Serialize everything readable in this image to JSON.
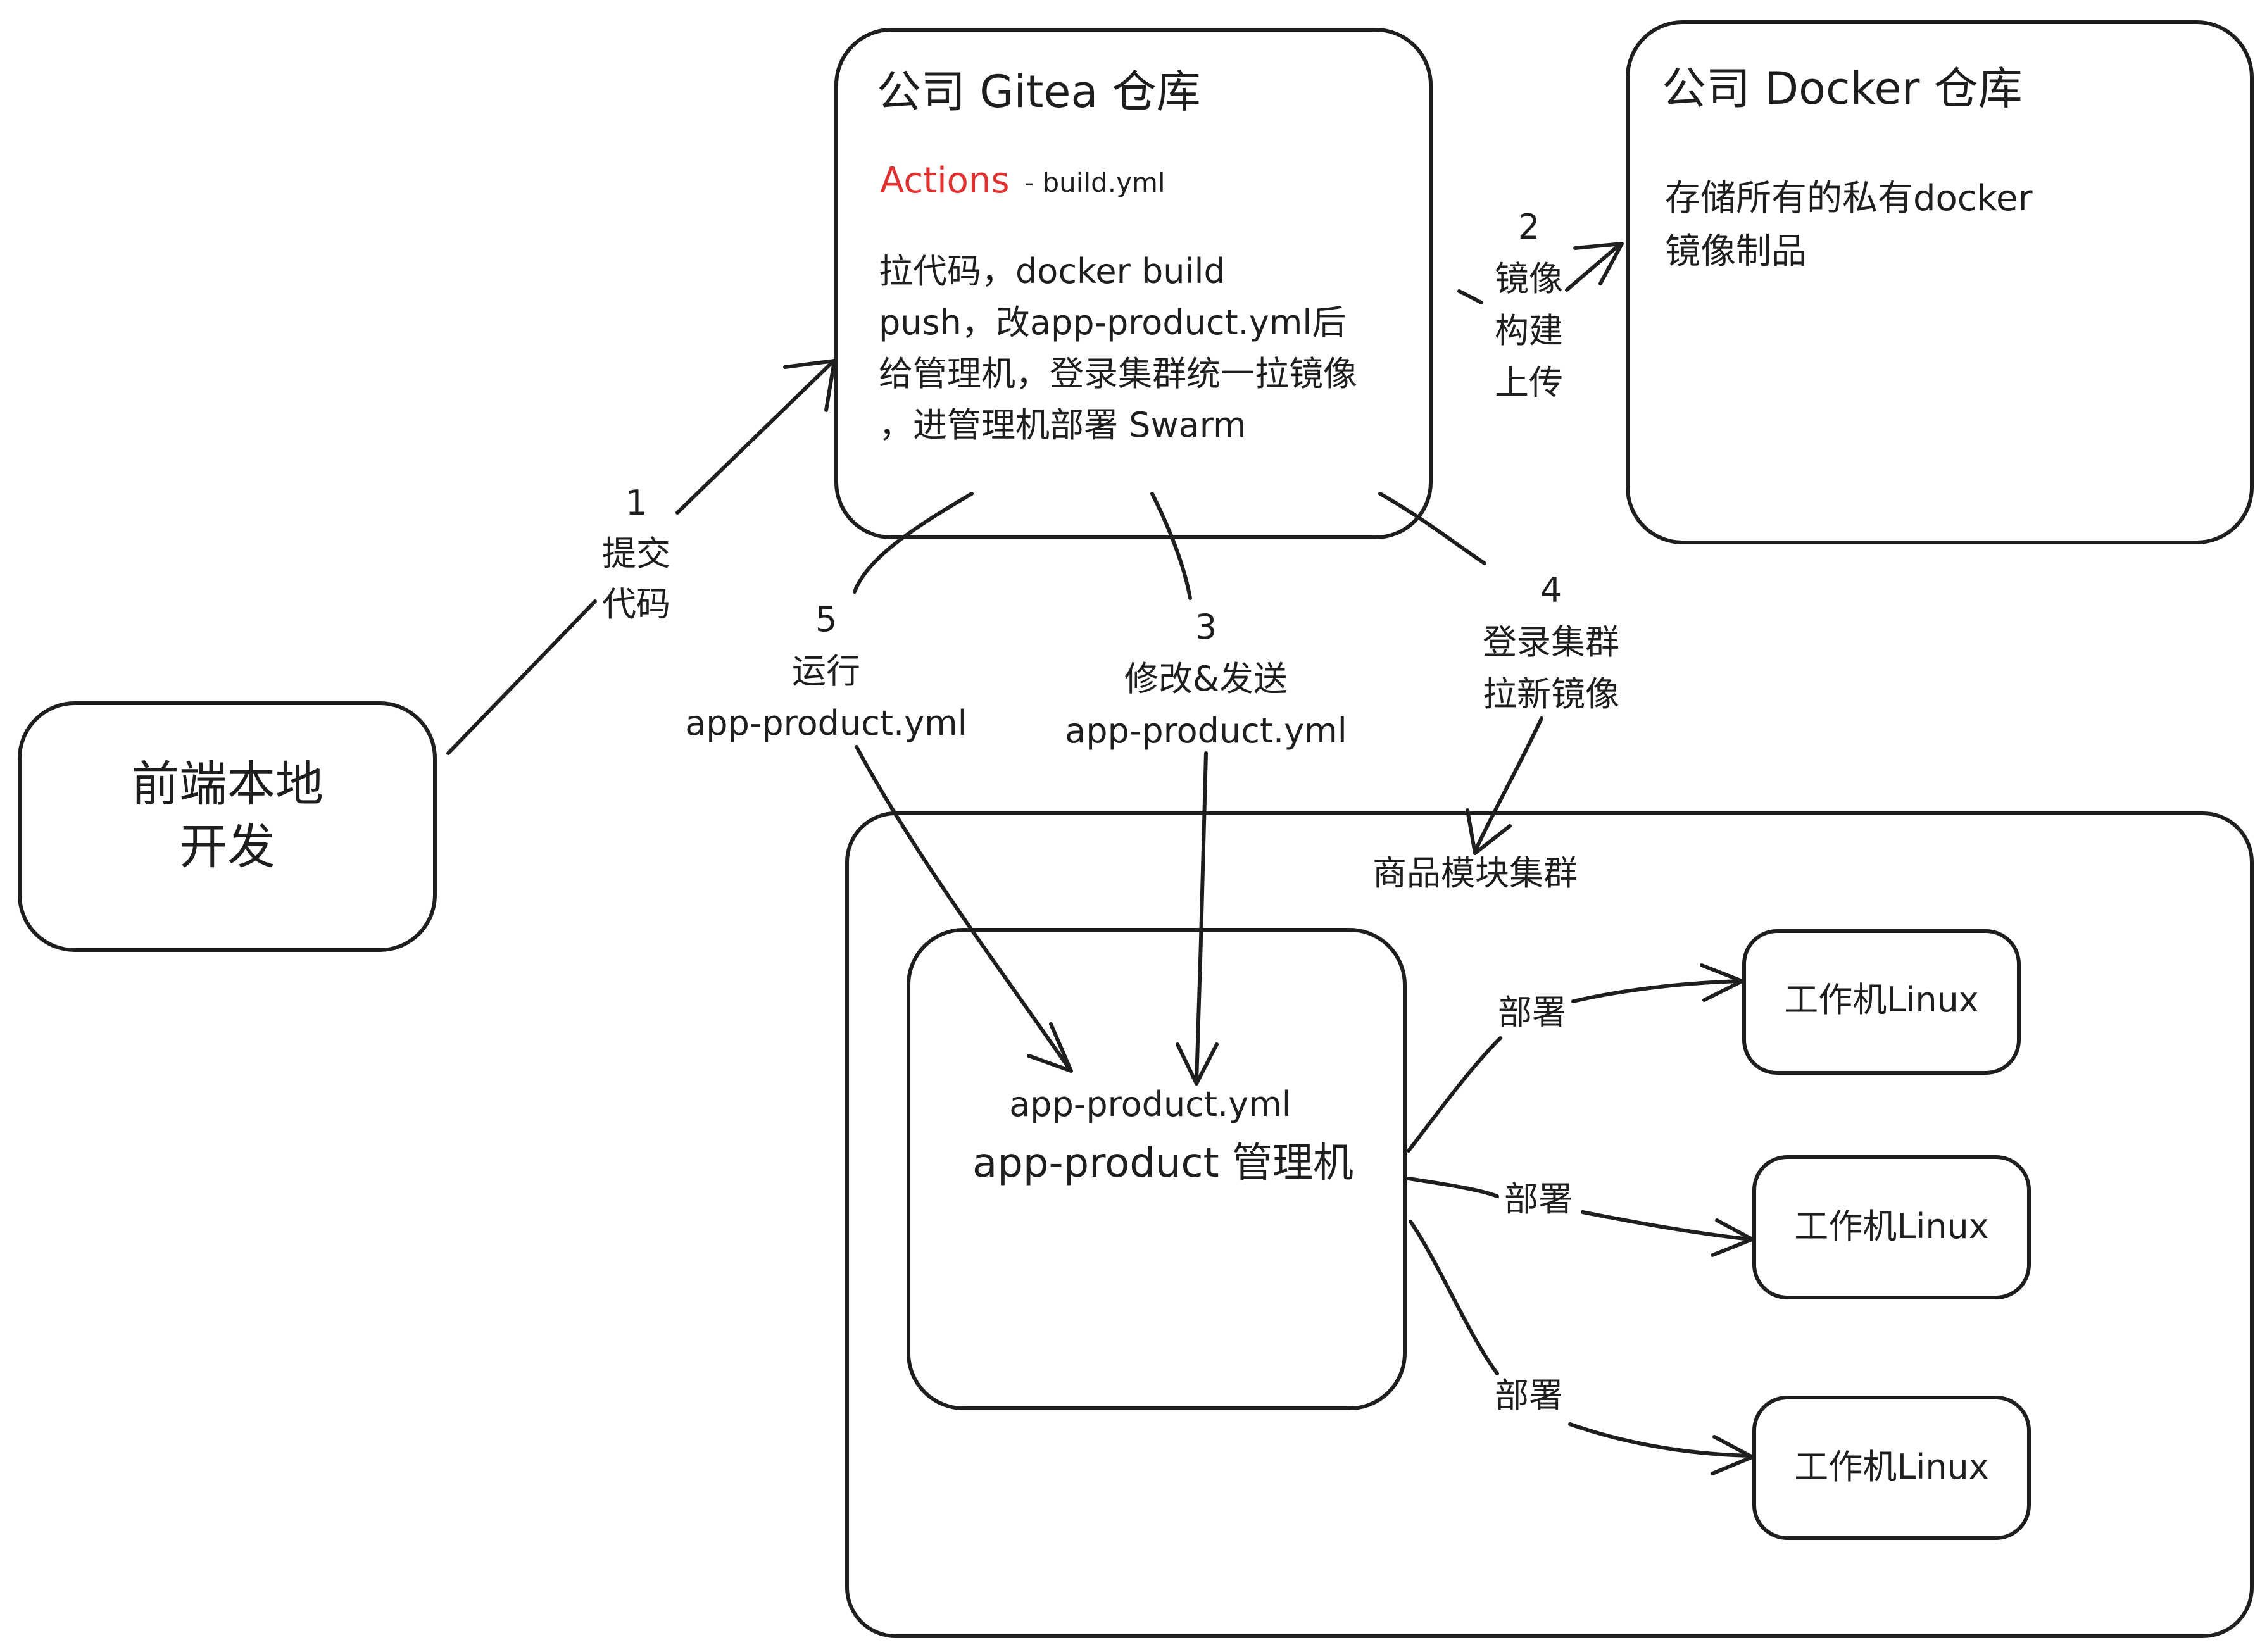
{
  "colors": {
    "stroke": "#1e1e1e",
    "accent": "#e03131",
    "background": "#ffffff"
  },
  "nodes": {
    "local_dev": {
      "lines": [
        "前端本地",
        "开发"
      ]
    },
    "gitea": {
      "title": "公司 Gitea 仓库",
      "actions_label": "Actions",
      "actions_file": "- build.yml",
      "desc_lines": [
        "拉代码，docker build",
        "push，改app-product.yml后",
        "给管理机，登录集群统一拉镜像",
        "，进管理机部署 Swarm"
      ]
    },
    "docker_registry": {
      "title": "公司 Docker 仓库",
      "desc_lines": [
        "存储所有的私有docker",
        "镜像制品"
      ]
    },
    "cluster": {
      "title": "商品模块集群"
    },
    "manager": {
      "file": "app-product.yml",
      "title": "app-product 管理机"
    },
    "workers": [
      {
        "label": "工作机Linux"
      },
      {
        "label": "工作机Linux"
      },
      {
        "label": "工作机Linux"
      }
    ]
  },
  "edges": {
    "step1": {
      "num": "1",
      "lines": [
        "提交",
        "代码"
      ]
    },
    "step2": {
      "num": "2",
      "lines": [
        "镜像",
        "构建",
        "上传"
      ]
    },
    "step3": {
      "num": "3",
      "lines": [
        "修改&发送",
        "app-product.yml"
      ]
    },
    "step4": {
      "num": "4",
      "lines": [
        "登录集群",
        "拉新镜像"
      ]
    },
    "step5": {
      "num": "5",
      "lines": [
        "运行",
        "app-product.yml"
      ]
    },
    "deploy_labels": [
      "部署",
      "部署",
      "部署"
    ]
  }
}
